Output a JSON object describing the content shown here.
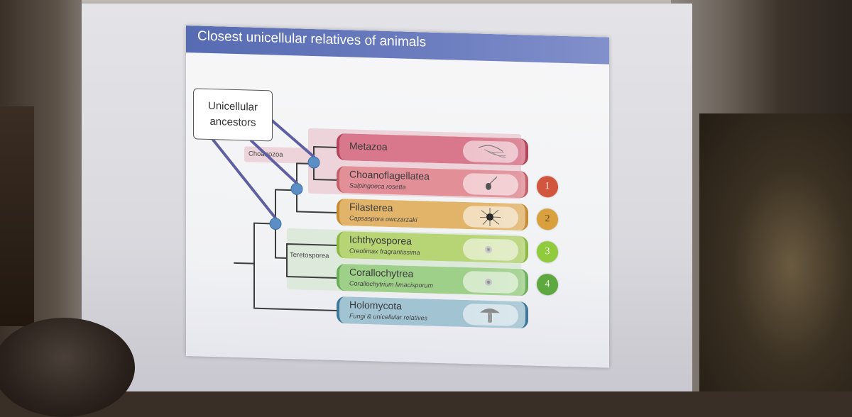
{
  "slide": {
    "title": "Closest unicellular relatives of animals",
    "callout": "Unicellular\nancestors"
  },
  "clades": [
    {
      "label": "Choanozoa",
      "color": "#e8c6cf"
    },
    {
      "label": "Teretosporea",
      "color": "#d8e6d6"
    }
  ],
  "taxa": [
    {
      "name": "Metazoa",
      "subtitle": "",
      "color": "#d9788c",
      "edge": "#b24559",
      "icon": "jellyfish-icon"
    },
    {
      "name": "Choanoflagellatea",
      "subtitle": "Salpingoeca rosetta",
      "color": "#e28f98",
      "edge": "#c26169",
      "icon": "choanoflagellate-icon"
    },
    {
      "name": "Filasterea",
      "subtitle": "Capsaspora owczarzaki",
      "color": "#e2b46a",
      "edge": "#c58c36",
      "icon": "capsaspora-icon"
    },
    {
      "name": "Ichthyosporea",
      "subtitle": "Creolimax fragrantissima",
      "color": "#b8d575",
      "edge": "#8cb946",
      "icon": "cell-icon"
    },
    {
      "name": "Corallochytrea",
      "subtitle": "Corallochytrium limacisporum",
      "color": "#9fd08a",
      "edge": "#6aae5b",
      "icon": "cell-icon"
    },
    {
      "name": "Holomycota",
      "subtitle": "Fungi & unicellular relatives",
      "color": "#a2c4d2",
      "edge": "#3f7898",
      "icon": "mushroom-icon"
    }
  ],
  "badges": [
    {
      "label": "1",
      "color": "#d2553e",
      "text": "#f7e8e4"
    },
    {
      "label": "2",
      "color": "#d9a13d",
      "text": "#6a4412"
    },
    {
      "label": "3",
      "color": "#8fcb3c",
      "text": "#ffffff"
    },
    {
      "label": "4",
      "color": "#5da83f",
      "text": "#e9f6e4"
    }
  ],
  "colors": {
    "branch": "#3d3d3d",
    "node": "#5b8ec4",
    "pointer": "#5e5fa3"
  }
}
